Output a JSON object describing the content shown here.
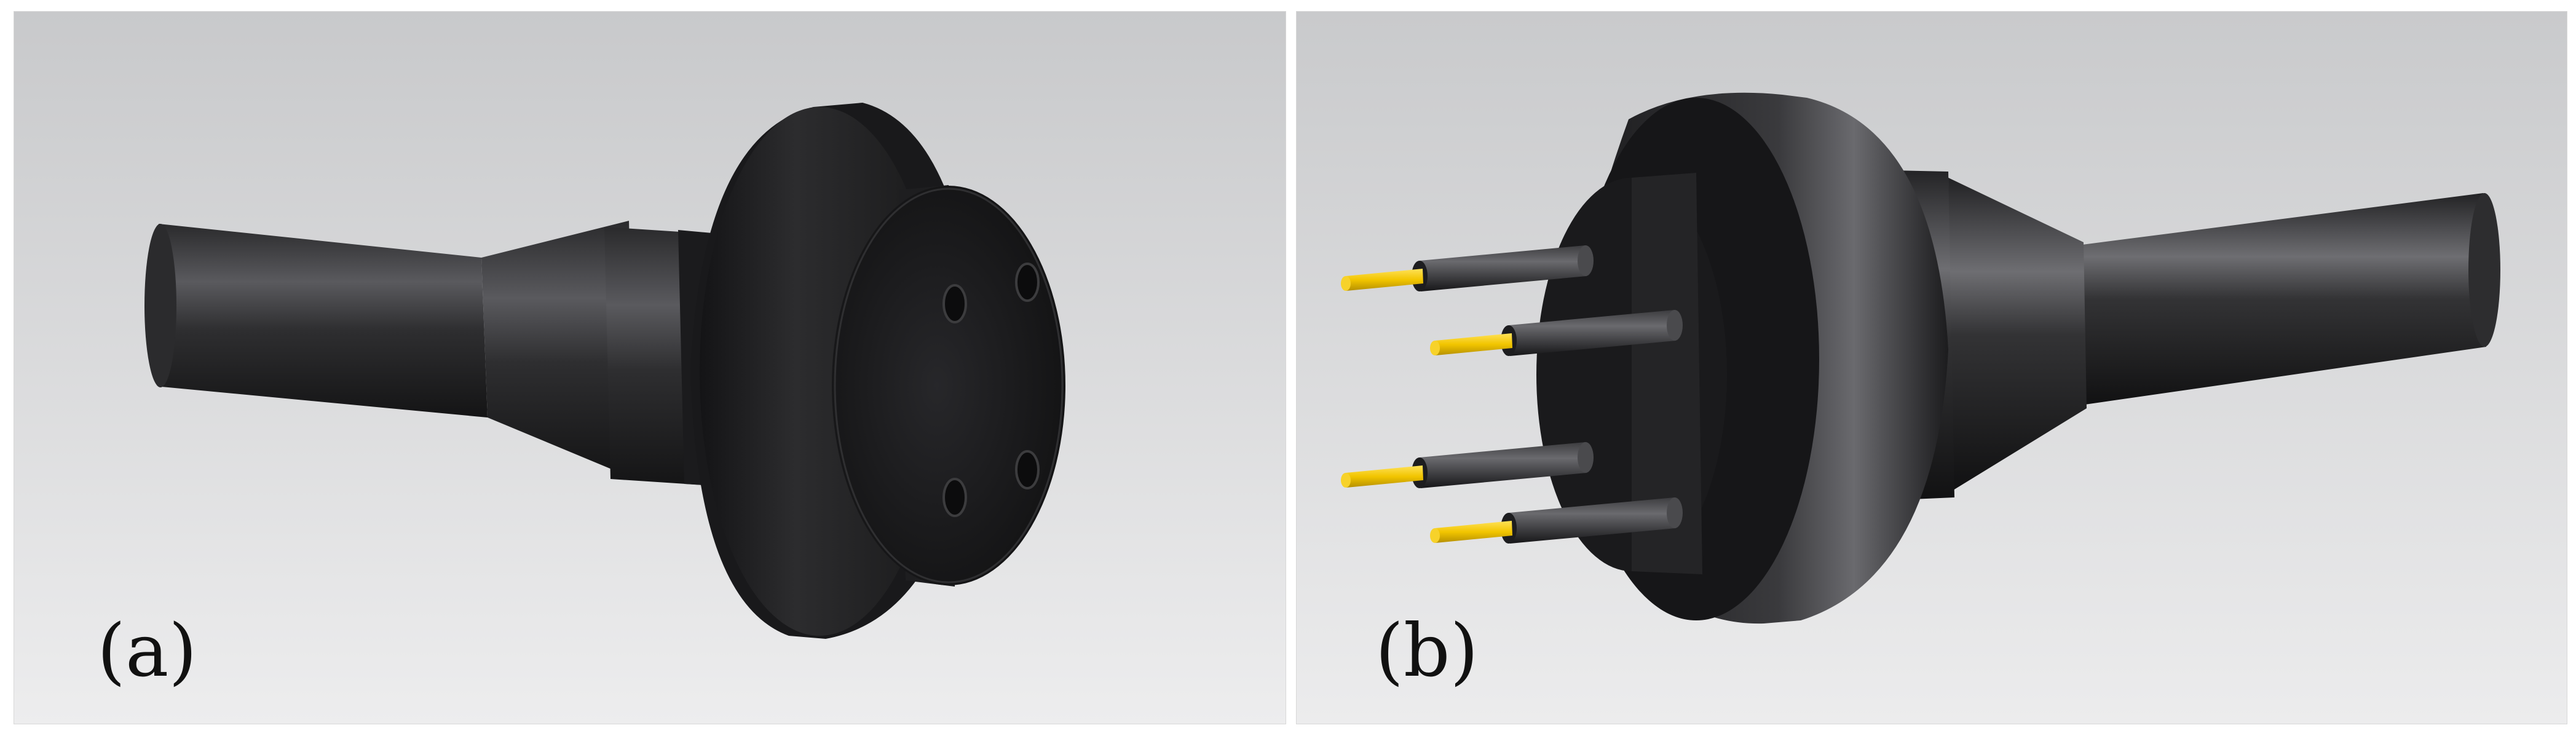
{
  "panels": [
    {
      "id": "a",
      "label": "(a)"
    },
    {
      "id": "b",
      "label": "(b)"
    }
  ],
  "colors": {
    "background_top": "#c9cacc",
    "background_bottom": "#ececed",
    "part_dark": "#1d1d1f",
    "part_mid": "#3a3a3c",
    "pin_gold": "#f2c500",
    "divider": "#d8d8d8"
  }
}
